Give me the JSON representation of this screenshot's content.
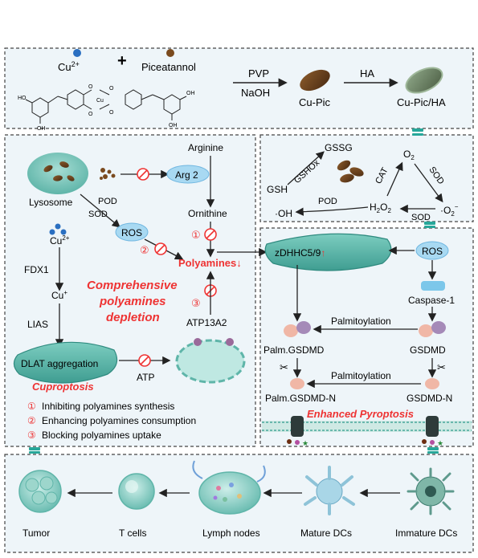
{
  "top": {
    "cu_label": "Cu",
    "cu_sup": "2+",
    "plus": "+",
    "piceatannol": "Piceatannol",
    "pvp": "PVP",
    "naoh": "NaOH",
    "cupic": "Cu-Pic",
    "ha": "HA",
    "cupicha": "Cu-Pic/HA"
  },
  "left": {
    "lysosome": "Lysosome",
    "arg2": "Arg 2",
    "arginine": "Arginine",
    "ornithine": "Ornithine",
    "pod": "POD",
    "sod": "SOD",
    "ros": "ROS",
    "cu2": "Cu",
    "cu2_sup": "2+",
    "fdx1": "FDX1",
    "cup": "Cu",
    "cup_sup": "+",
    "lias": "LIAS",
    "polyamines": "Polyamines↓",
    "comp1": "Comprehensive",
    "comp2": "polyamines",
    "comp3": "depletion",
    "atp13a2": "ATP13A2",
    "dlat": "DLAT aggregation",
    "atp": "ATP",
    "cuproptosis": "Cuproptosis",
    "n1": "①",
    "n2": "②",
    "n3": "③",
    "leg1": "Inhibiting polyamines synthesis",
    "leg2": "Enhancing polyamines consumption",
    "leg3": "Blocking polyamines uptake"
  },
  "ros_box": {
    "gsh": "GSH",
    "gshox": "GSHOx",
    "gssg": "GSSG",
    "cat": "CAT",
    "sod1": "SOD",
    "o2": "O",
    "o2_sub": "2",
    "h2o2_a": "H",
    "h2o2_b": "2",
    "h2o2_c": "O",
    "h2o2_d": "2",
    "pod": "POD",
    "sod2": "SOD",
    "oh": "·OH",
    "o2m": "·O",
    "o2m_sub": "2",
    "o2m_sup": "−"
  },
  "pyro": {
    "zdhhc": "zDHHC5/9",
    "zdhhc_arrow": "↑",
    "ros": "ROS",
    "caspase": "Caspase-1",
    "palm1": "Palmitoylation",
    "palmgsdmd": "Palm.GSDMD",
    "gsdmd": "GSDMD",
    "palm2": "Palmitoylation",
    "palmgsdmdn": "Palm.GSDMD-N",
    "gsdmdn": "GSDMD-N",
    "enhanced": "Enhanced Pyroptosis"
  },
  "bottom": {
    "tumor": "Tumor",
    "tcells": "T cells",
    "lymph": "Lymph nodes",
    "mature": "Mature DCs",
    "immature": "Immature DCs"
  }
}
